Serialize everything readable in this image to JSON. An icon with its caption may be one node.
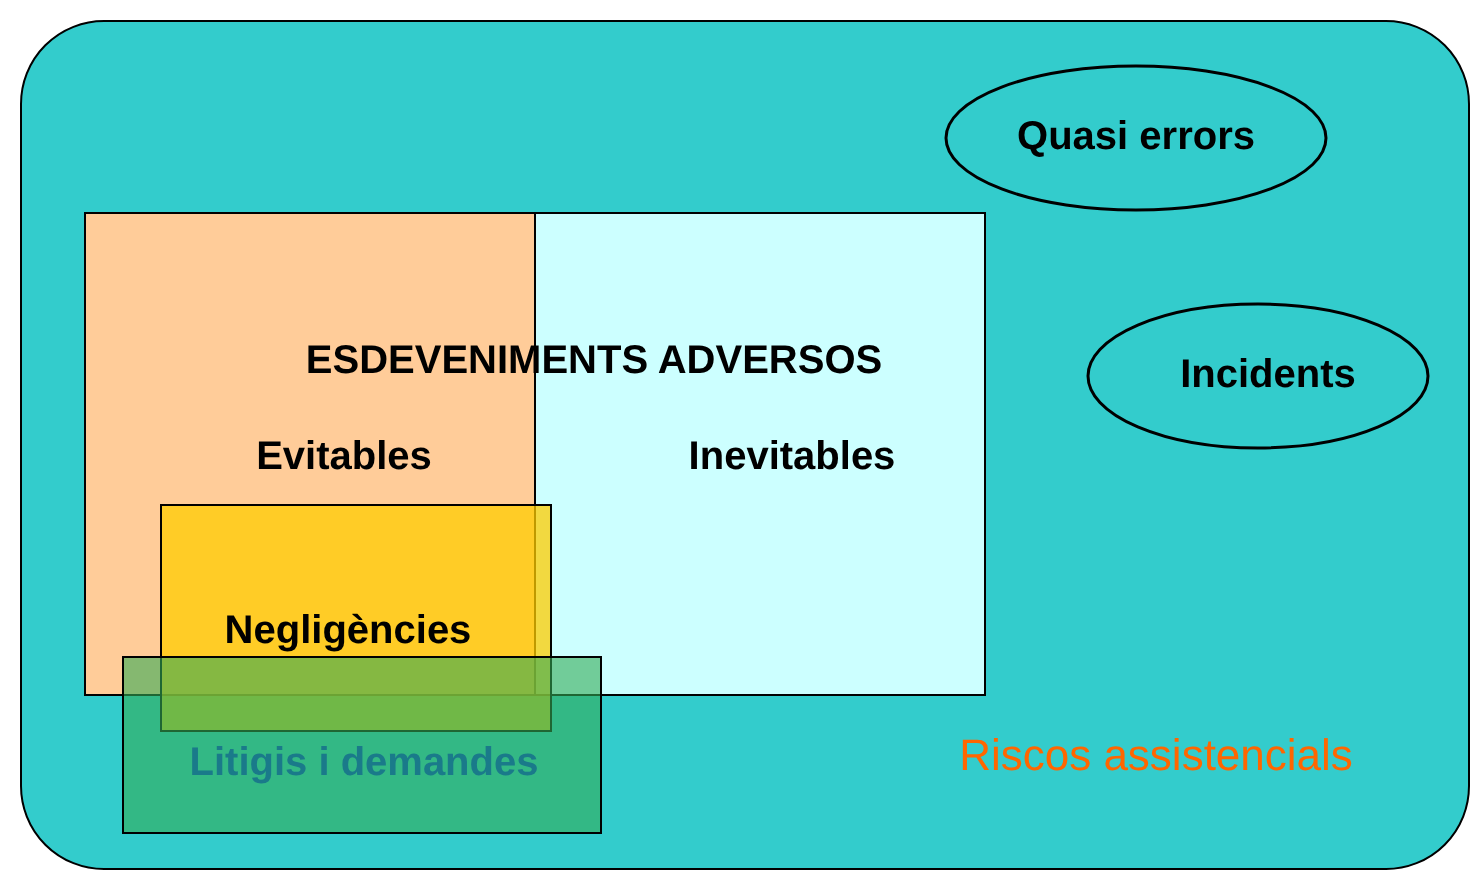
{
  "diagram": {
    "nodes": [
      {
        "text": [
          "Riscos assistencials"
        ]
      },
      {
        "text": [
          "Quasi errors"
        ],
        "in": 0
      },
      {
        "text": [
          "Incidents"
        ],
        "in": 0
      },
      {
        "text": [
          "Evitables"
        ],
        "in": 0
      },
      {
        "text": [
          "Inevitables"
        ],
        "in": 0
      },
      {
        "text": [
          "Negligències"
        ],
        "in": 0
      },
      {
        "text": [
          "Litigis i demandes"
        ],
        "in": 0
      }
    ],
    "edges": [],
    "labels": [
      "ESDEVENIMENTS ADVERSOS"
    ]
  }
}
